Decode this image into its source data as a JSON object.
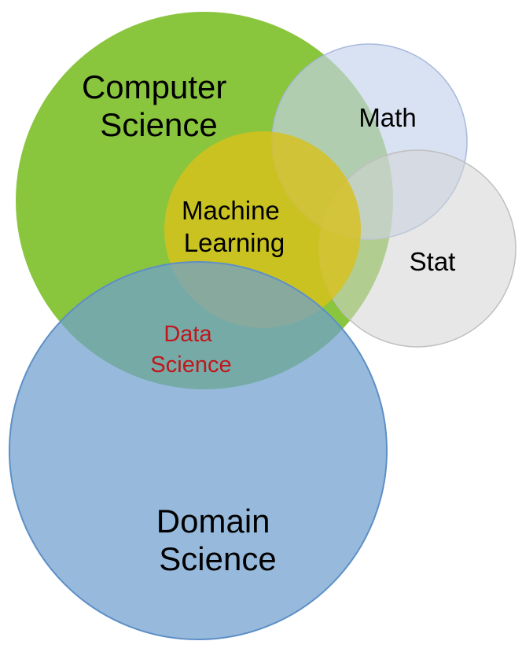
{
  "diagram": {
    "sets": [
      {
        "id": "computer-science",
        "lines": [
          "Computer",
          "Science"
        ],
        "color": "#8ac53e",
        "text_color": "#000000"
      },
      {
        "id": "math",
        "lines": [
          "Math"
        ],
        "color": "#c5d3ed",
        "text_color": "#000000"
      },
      {
        "id": "stat",
        "lines": [
          "Stat"
        ],
        "color": "#d4d4d4",
        "text_color": "#000000"
      },
      {
        "id": "machine-learning",
        "lines": [
          "Machine",
          "Learning"
        ],
        "color": "#d8c11a",
        "text_color": "#000000"
      },
      {
        "id": "domain-science",
        "lines": [
          "Domain",
          "Science"
        ],
        "color": "#6f9fcf",
        "text_color": "#000000"
      }
    ],
    "intersection_label": {
      "lines": [
        "Data",
        "Science"
      ],
      "color": "#c0161c"
    },
    "outline_color": "#6a9ccc"
  }
}
